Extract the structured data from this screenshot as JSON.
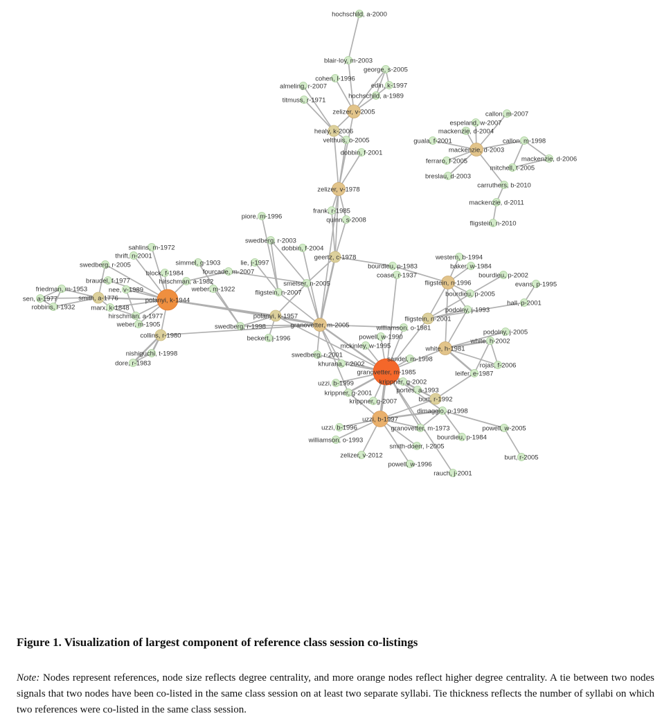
{
  "figure": {
    "title": "Figure 1.  Visualization of largest component of reference class session co-listings",
    "note_label": "Note:",
    "note_text": " Nodes represent references, node size reflects degree centrality, and more orange nodes reflect higher degree centrality.  A tie between two nodes signals that two nodes have been co-listed in the same class session on at least two separate syllabi.  Tie thickness reflects the number of syllabi on which two references were co-listed in the same class session."
  },
  "colors": {
    "tier1": "#d3ebc9",
    "tier2": "#dcd09c",
    "tier3": "#e2c48a",
    "tier4": "#e9b06c",
    "tier5": "#ef8f3f",
    "tier6": "#f4672a",
    "edge": "#b0b0b0"
  },
  "nodes": [
    {
      "id": "hoch2000",
      "label": "hochschild, a-2000",
      "tier": 1
    },
    {
      "id": "blair2003",
      "label": "blair-loy, m-2003",
      "tier": 1
    },
    {
      "id": "george2005",
      "label": "george, s-2005",
      "tier": 1
    },
    {
      "id": "cohen1996",
      "label": "cohen, l-1996",
      "tier": 1
    },
    {
      "id": "alme2007",
      "label": "almeling, r-2007",
      "tier": 1
    },
    {
      "id": "edin1997",
      "label": "edin, k-1997",
      "tier": 1
    },
    {
      "id": "hoch1989",
      "label": "hochschild, a-1989",
      "tier": 1
    },
    {
      "id": "titm1971",
      "label": "titmuss, r-1971",
      "tier": 1
    },
    {
      "id": "zel2005",
      "label": "zelizer, v-2005",
      "tier": 3
    },
    {
      "id": "healy2006",
      "label": "healy, k-2006",
      "tier": 2
    },
    {
      "id": "velt2005",
      "label": "velthuis, o-2005",
      "tier": 1
    },
    {
      "id": "dob2001",
      "label": "dobbin, f-2001",
      "tier": 1
    },
    {
      "id": "zel1978",
      "label": "zelizer, v-1978",
      "tier": 3
    },
    {
      "id": "frank1985",
      "label": "frank, r-1985",
      "tier": 1
    },
    {
      "id": "quinn2008",
      "label": "quinn, s-2008",
      "tier": 1
    },
    {
      "id": "call2007",
      "label": "callon, m-2007",
      "tier": 1
    },
    {
      "id": "espe2007",
      "label": "espeland, w-2007",
      "tier": 1
    },
    {
      "id": "mack2004",
      "label": "mackenzie, d-2004",
      "tier": 1
    },
    {
      "id": "guala2001",
      "label": "guala, f-2001",
      "tier": 1
    },
    {
      "id": "mack2003",
      "label": "mackenzie, d-2003",
      "tier": 3
    },
    {
      "id": "call1998",
      "label": "callon, m-1998",
      "tier": 1
    },
    {
      "id": "mack2006",
      "label": "mackenzie, d-2006",
      "tier": 1
    },
    {
      "id": "ferr2005",
      "label": "ferraro, f-2005",
      "tier": 1
    },
    {
      "id": "mitch2005",
      "label": "mitchell, t-2005",
      "tier": 1
    },
    {
      "id": "bres2003",
      "label": "breslau, d-2003",
      "tier": 1
    },
    {
      "id": "carr2010",
      "label": "carruthers, b-2010",
      "tier": 1
    },
    {
      "id": "mack2011",
      "label": "mackenzie, d-2011",
      "tier": 1
    },
    {
      "id": "flig2010",
      "label": "fligstein, n-2010",
      "tier": 1
    },
    {
      "id": "piore1996",
      "label": "piore, m-1996",
      "tier": 1
    },
    {
      "id": "sahl1972",
      "label": "sahlins, m-1972",
      "tier": 1
    },
    {
      "id": "thrift2001",
      "label": "thrift, n-2001",
      "tier": 1
    },
    {
      "id": "swed2005",
      "label": "swedberg, r-2005",
      "tier": 1
    },
    {
      "id": "simm1903",
      "label": "simmel, g-1903",
      "tier": 1
    },
    {
      "id": "lie1997",
      "label": "lie, j-1997",
      "tier": 1
    },
    {
      "id": "swed2003",
      "label": "swedberg, r-2003",
      "tier": 1
    },
    {
      "id": "dob2004",
      "label": "dobbin, f-2004",
      "tier": 1
    },
    {
      "id": "geertz1978",
      "label": "geertz, c-1978",
      "tier": 2
    },
    {
      "id": "block1984",
      "label": "block, f-1984",
      "tier": 1
    },
    {
      "id": "four2007",
      "label": "fourcade, m-2007",
      "tier": 1
    },
    {
      "id": "brau1977",
      "label": "braudel, f-1977",
      "tier": 1
    },
    {
      "id": "hirs1982",
      "label": "hirschman, a-1982",
      "tier": 1
    },
    {
      "id": "smel2005",
      "label": "smelser, n-2005",
      "tier": 1
    },
    {
      "id": "fried1953",
      "label": "friedman, m-1953",
      "tier": 1
    },
    {
      "id": "nee1989",
      "label": "nee, v-1989",
      "tier": 1
    },
    {
      "id": "web1922",
      "label": "weber, m-1922",
      "tier": 1
    },
    {
      "id": "flig2007",
      "label": "fligstein, n-2007",
      "tier": 1
    },
    {
      "id": "sen1977",
      "label": "sen, a-1977",
      "tier": 1
    },
    {
      "id": "smith1776",
      "label": "smith, a-1776",
      "tier": 2
    },
    {
      "id": "pol1944",
      "label": "polanyi, k-1944",
      "tier": 5
    },
    {
      "id": "robb1932",
      "label": "robbins, l-1932",
      "tier": 1
    },
    {
      "id": "marx1848",
      "label": "marx, k-1848",
      "tier": 1
    },
    {
      "id": "pol1957",
      "label": "polanyi, k-1957",
      "tier": 2
    },
    {
      "id": "hirs1977",
      "label": "hirschman, a-1977",
      "tier": 1
    },
    {
      "id": "web1905",
      "label": "weber, m-1905",
      "tier": 1
    },
    {
      "id": "swed1998",
      "label": "swedberg, r-1998",
      "tier": 1
    },
    {
      "id": "gran2005",
      "label": "granovetter, m-2005",
      "tier": 3
    },
    {
      "id": "coll1980",
      "label": "collins, r-1980",
      "tier": 2
    },
    {
      "id": "beck1996",
      "label": "beckert, j-1996",
      "tier": 1
    },
    {
      "id": "nish1998",
      "label": "nishiguchi, t-1998",
      "tier": 1
    },
    {
      "id": "dore1983",
      "label": "dore, r-1983",
      "tier": 1
    },
    {
      "id": "swed2001",
      "label": "swedberg, r-2001",
      "tier": 1
    },
    {
      "id": "khur2002",
      "label": "khurana, r-2002",
      "tier": 1
    },
    {
      "id": "west1994",
      "label": "western, b-1994",
      "tier": 1
    },
    {
      "id": "baker1984",
      "label": "baker, w-1984",
      "tier": 1
    },
    {
      "id": "bour1983",
      "label": "bourdieu, p-1983",
      "tier": 1
    },
    {
      "id": "coase1937",
      "label": "coase, r-1937",
      "tier": 1
    },
    {
      "id": "bour2002",
      "label": "bourdieu, p-2002",
      "tier": 1
    },
    {
      "id": "flig1996",
      "label": "fligstein, n-1996",
      "tier": 3
    },
    {
      "id": "evans1995",
      "label": "evans, p-1995",
      "tier": 1
    },
    {
      "id": "bour2005",
      "label": "bourdieu, p-2005",
      "tier": 1
    },
    {
      "id": "hall2001",
      "label": "hall, p-2001",
      "tier": 1
    },
    {
      "id": "podo1993",
      "label": "podolny, j-1993",
      "tier": 1
    },
    {
      "id": "flig2001",
      "label": "fligstein, n-2001",
      "tier": 2
    },
    {
      "id": "will1981",
      "label": "williamson, o-1981",
      "tier": 1
    },
    {
      "id": "podo2005",
      "label": "podolny, j-2005",
      "tier": 1
    },
    {
      "id": "pow1990",
      "label": "powell, w-1990",
      "tier": 1
    },
    {
      "id": "white2002",
      "label": "white, h-2002",
      "tier": 1
    },
    {
      "id": "mck1995",
      "label": "mckinley, w-1995",
      "tier": 1
    },
    {
      "id": "white1981",
      "label": "white, h-1981",
      "tier": 3
    },
    {
      "id": "sandel1998",
      "label": "sandel, m-1998",
      "tier": 1
    },
    {
      "id": "rojas2006",
      "label": "rojas, f-2006",
      "tier": 1
    },
    {
      "id": "gran1985",
      "label": "granovetter, m-1985",
      "tier": 6
    },
    {
      "id": "leif1987",
      "label": "leifer, e-1987",
      "tier": 1
    },
    {
      "id": "krip2002",
      "label": "krippner, g-2002",
      "tier": 1
    },
    {
      "id": "uzzi1999",
      "label": "uzzi, b-1999",
      "tier": 1
    },
    {
      "id": "port1993",
      "label": "portes, a-1993",
      "tier": 1
    },
    {
      "id": "krip2001",
      "label": "krippner, g-2001",
      "tier": 1
    },
    {
      "id": "burt1992",
      "label": "burt, r-1992",
      "tier": 2
    },
    {
      "id": "krip2007",
      "label": "krippner, g-2007",
      "tier": 1
    },
    {
      "id": "dim1998",
      "label": "dimaggio, p-1998",
      "tier": 1
    },
    {
      "id": "uzzi1997",
      "label": "uzzi, b-1997",
      "tier": 4
    },
    {
      "id": "gran1973",
      "label": "granovetter, m-1973",
      "tier": 1
    },
    {
      "id": "pow2005",
      "label": "powell, w-2005",
      "tier": 1
    },
    {
      "id": "uzzi1996",
      "label": "uzzi, b-1996",
      "tier": 1
    },
    {
      "id": "bour1984",
      "label": "bourdieu, p-1984",
      "tier": 1
    },
    {
      "id": "will1993",
      "label": "williamson, o-1993",
      "tier": 1
    },
    {
      "id": "smdo2005",
      "label": "smith-doerr, l-2005",
      "tier": 1
    },
    {
      "id": "zel2012",
      "label": "zelizer, v-2012",
      "tier": 1
    },
    {
      "id": "burt2005",
      "label": "burt, r-2005",
      "tier": 1
    },
    {
      "id": "pow1996",
      "label": "powell, w-1996",
      "tier": 1
    },
    {
      "id": "rauch2001",
      "label": "rauch, j-2001",
      "tier": 1
    }
  ],
  "edges": [
    [
      "hoch2000",
      "blair2003",
      1
    ],
    [
      "blair2003",
      "zel2005",
      1
    ],
    [
      "cohen1996",
      "zel2005",
      1
    ],
    [
      "alme2007",
      "healy2006",
      1
    ],
    [
      "titm1971",
      "healy2006",
      1
    ],
    [
      "george2005",
      "zel2005",
      1
    ],
    [
      "george2005",
      "hoch1989",
      1
    ],
    [
      "george2005",
      "edin1997",
      1
    ],
    [
      "edin1997",
      "hoch1989",
      1
    ],
    [
      "hoch1989",
      "zel2005",
      1
    ],
    [
      "zel2005",
      "healy2006",
      1
    ],
    [
      "healy2006",
      "zel1978",
      1
    ],
    [
      "zel2005",
      "zel1978",
      1
    ],
    [
      "velt2005",
      "zel1978",
      1
    ],
    [
      "dob2001",
      "zel1978",
      1
    ],
    [
      "healy2006",
      "velt2005",
      1
    ],
    [
      "zel1978",
      "frank1985",
      1
    ],
    [
      "zel1978",
      "quinn2008",
      1
    ],
    [
      "zel1978",
      "geertz1978",
      1
    ],
    [
      "frank1985",
      "geertz1978",
      1
    ],
    [
      "quinn2008",
      "geertz1978",
      1
    ],
    [
      "zel1978",
      "gran2005",
      1
    ],
    [
      "mack2003",
      "call2007",
      1
    ],
    [
      "mack2003",
      "espe2007",
      1
    ],
    [
      "mack2003",
      "mack2004",
      1
    ],
    [
      "mack2003",
      "guala2001",
      1
    ],
    [
      "mack2003",
      "ferr2005",
      1
    ],
    [
      "mack2003",
      "bres2003",
      1
    ],
    [
      "mack2003",
      "call1998",
      1
    ],
    [
      "mack2003",
      "carr2010",
      1
    ],
    [
      "call1998",
      "mack2006",
      1
    ],
    [
      "call1998",
      "mitch2005",
      1
    ],
    [
      "mitch2005",
      "mack2006",
      1
    ],
    [
      "carr2010",
      "mack2011",
      1
    ],
    [
      "mack2011",
      "flig2010",
      1
    ],
    [
      "pol1944",
      "sahl1972",
      1
    ],
    [
      "pol1944",
      "thrift2001",
      1
    ],
    [
      "pol1944",
      "block1984",
      1
    ],
    [
      "pol1944",
      "swed2005",
      1
    ],
    [
      "pol1944",
      "brau1977",
      1
    ],
    [
      "pol1944",
      "hirs1982",
      1
    ],
    [
      "pol1944",
      "nee1989",
      1
    ],
    [
      "pol1944",
      "smith1776",
      2
    ],
    [
      "pol1944",
      "marx1848",
      1
    ],
    [
      "pol1944",
      "hirs1977",
      1
    ],
    [
      "pol1944",
      "web1905",
      1
    ],
    [
      "pol1944",
      "coll1980",
      1
    ],
    [
      "pol1944",
      "pol1957",
      2
    ],
    [
      "pol1944",
      "gran2005",
      1
    ],
    [
      "smith1776",
      "sen1977",
      1
    ],
    [
      "smith1776",
      "fried1953",
      1
    ],
    [
      "smith1776",
      "robb1932",
      1
    ],
    [
      "smith1776",
      "swed2005",
      1
    ],
    [
      "smith1776",
      "marx1848",
      1
    ],
    [
      "sen1977",
      "fried1953",
      1
    ],
    [
      "sen1977",
      "robb1932",
      1
    ],
    [
      "fried1953",
      "robb1932",
      1
    ],
    [
      "nee1989",
      "web1905",
      1
    ],
    [
      "hirs1977",
      "marx1848",
      1
    ],
    [
      "coll1980",
      "nish1998",
      2
    ],
    [
      "coll1980",
      "dore1983",
      2
    ],
    [
      "nish1998",
      "dore1983",
      1
    ],
    [
      "coll1980",
      "gran2005",
      1
    ],
    [
      "simm1903",
      "swed1998",
      1
    ],
    [
      "web1922",
      "swed1998",
      1
    ],
    [
      "hirs1982",
      "four2007",
      1
    ],
    [
      "four2007",
      "smel2005",
      1
    ],
    [
      "swed1998",
      "pol1957",
      1
    ],
    [
      "swed1998",
      "gran2005",
      1
    ],
    [
      "pol1957",
      "beck1996",
      1
    ],
    [
      "pol1957",
      "smel2005",
      1
    ],
    [
      "pol1957",
      "gran2005",
      2
    ],
    [
      "pol1957",
      "gran1985",
      1
    ],
    [
      "piore1996",
      "flig2007",
      1
    ],
    [
      "swed2003",
      "smel2005",
      1
    ],
    [
      "swed2003",
      "flig2007",
      1
    ],
    [
      "lie1997",
      "flig2007",
      1
    ],
    [
      "dob2004",
      "gran2005",
      1
    ],
    [
      "geertz1978",
      "smel2005",
      1
    ],
    [
      "geertz1978",
      "gran2005",
      2
    ],
    [
      "geertz1978",
      "bour1983",
      1
    ],
    [
      "smel2005",
      "gran2005",
      1
    ],
    [
      "flig2007",
      "gran2005",
      1
    ],
    [
      "gran2005",
      "gran1985",
      2
    ],
    [
      "gran2005",
      "swed2001",
      1
    ],
    [
      "gran2005",
      "khur2002",
      1
    ],
    [
      "gran2005",
      "will1981",
      1
    ],
    [
      "gran2005",
      "krip2001",
      1
    ],
    [
      "swed2001",
      "gran1985",
      1
    ],
    [
      "khur2002",
      "gran1985",
      1
    ],
    [
      "bour1983",
      "flig1996",
      1
    ],
    [
      "coase1937",
      "gran1985",
      1
    ],
    [
      "west1994",
      "flig1996",
      1
    ],
    [
      "baker1984",
      "flig1996",
      1
    ],
    [
      "flig1996",
      "bour2005",
      1
    ],
    [
      "flig1996",
      "flig2001",
      1
    ],
    [
      "flig1996",
      "white1981",
      1
    ],
    [
      "flig1996",
      "podo1993",
      1
    ],
    [
      "bour2002",
      "flig2001",
      1
    ],
    [
      "evans1995",
      "hall2001",
      1
    ],
    [
      "hall2001",
      "flig2001",
      1
    ],
    [
      "podo1993",
      "flig2001",
      1
    ],
    [
      "podo1993",
      "white1981",
      1
    ],
    [
      "flig2001",
      "gran1985",
      1
    ],
    [
      "white1981",
      "white2002",
      2
    ],
    [
      "white1981",
      "podo2005",
      1
    ],
    [
      "white1981",
      "rojas2006",
      1
    ],
    [
      "white1981",
      "leif1987",
      2
    ],
    [
      "white2002",
      "rojas2006",
      1
    ],
    [
      "white2002",
      "leif1987",
      1
    ],
    [
      "white1981",
      "gran1985",
      1
    ],
    [
      "leif1987",
      "burt1992",
      1
    ],
    [
      "will1981",
      "gran1985",
      1
    ],
    [
      "pow1990",
      "gran1985",
      1
    ],
    [
      "mck1995",
      "gran1985",
      1
    ],
    [
      "sandel1998",
      "gran1985",
      1
    ],
    [
      "gran1985",
      "krip2002",
      2
    ],
    [
      "gran1985",
      "port1993",
      1
    ],
    [
      "gran1985",
      "uzzi1999",
      1
    ],
    [
      "gran1985",
      "krip2001",
      2
    ],
    [
      "gran1985",
      "krip2007",
      1
    ],
    [
      "gran1985",
      "uzzi1997",
      3
    ],
    [
      "gran1985",
      "burt1992",
      1
    ],
    [
      "gran1985",
      "dim1998",
      1
    ],
    [
      "gran1985",
      "gran1973",
      1
    ],
    [
      "gran1985",
      "rauch2001",
      1
    ],
    [
      "port1993",
      "burt1992",
      1
    ],
    [
      "burt1992",
      "uzzi1997",
      1
    ],
    [
      "dim1998",
      "uzzi1997",
      2
    ],
    [
      "dim1998",
      "pow2005",
      1
    ],
    [
      "dim1998",
      "bour1984",
      1
    ],
    [
      "pow2005",
      "burt2005",
      1
    ],
    [
      "uzzi1997",
      "uzzi1996",
      1
    ],
    [
      "uzzi1997",
      "will1993",
      1
    ],
    [
      "uzzi1997",
      "zel2012",
      1
    ],
    [
      "uzzi1997",
      "pow1996",
      1
    ],
    [
      "uzzi1997",
      "smdo2005",
      1
    ],
    [
      "uzzi1997",
      "gran1973",
      1
    ],
    [
      "gran1973",
      "dim1998",
      1
    ],
    [
      "krip2001",
      "uzzi1997",
      1
    ]
  ]
}
